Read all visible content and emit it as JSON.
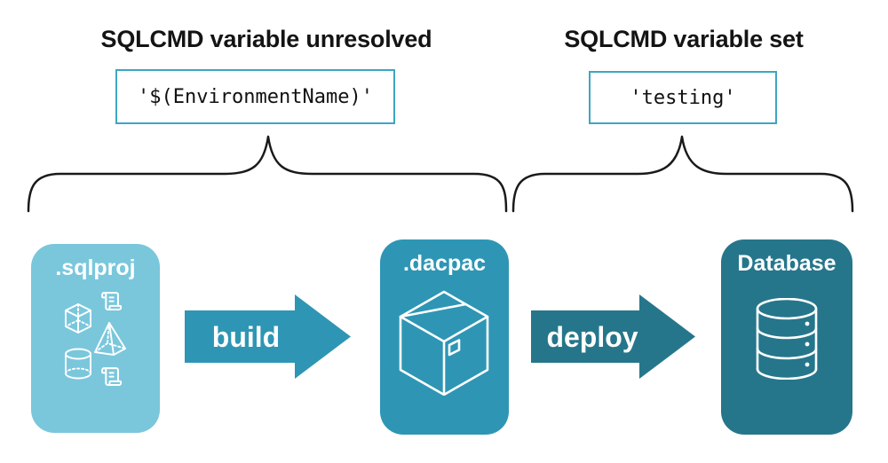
{
  "annotations": {
    "left": {
      "heading": "SQLCMD variable unresolved",
      "code": "'$(EnvironmentName)'"
    },
    "right": {
      "heading": "SQLCMD variable set",
      "code": "'testing'"
    }
  },
  "pipeline": {
    "nodes": [
      {
        "label": ".sqlproj",
        "color": "#7ac7dc",
        "icon": "sql-objects-icon"
      },
      {
        "label": ".dacpac",
        "color": "#2e96b4",
        "icon": "package-icon"
      },
      {
        "label": "Database",
        "color": "#26768b",
        "icon": "database-icon"
      }
    ],
    "arrows": [
      {
        "label": "build",
        "color": "#2e96b4"
      },
      {
        "label": "deploy",
        "color": "#26768b"
      }
    ]
  },
  "colors": {
    "code_box_border": "#3da6c2",
    "heading_text": "#141414",
    "code_text": "#111111",
    "brace": "#1a1a1a",
    "icon_stroke": "#ffffff",
    "background": "#ffffff"
  }
}
